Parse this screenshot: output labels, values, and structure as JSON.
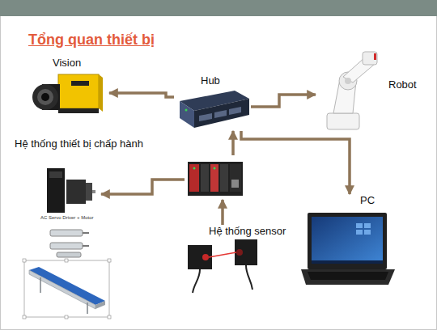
{
  "diagram": {
    "title": "Tổng quan thiết bị",
    "nodes": [
      {
        "text": [
          "Vision"
        ]
      },
      {
        "text": [
          "Hub"
        ]
      },
      {
        "text": [
          "Robot"
        ]
      },
      {
        "text": [
          "Hệ thống thiết bị chấp hành"
        ]
      },
      {
        "text": [
          "PC"
        ]
      },
      {
        "text": []
      },
      {
        "text": [
          "Hệ thống sensor"
        ]
      }
    ],
    "edges": [
      {
        "from": 1,
        "to": 0,
        "arrow": "to"
      },
      {
        "from": 1,
        "to": 2,
        "arrow": "to"
      },
      {
        "from": 1,
        "to": 4,
        "arrow": "to"
      },
      {
        "from": 5,
        "to": 1,
        "arrow": "to"
      },
      {
        "from": 5,
        "to": 3,
        "arrow": "to"
      },
      {
        "from": 6,
        "to": 5,
        "arrow": "to"
      }
    ],
    "labels": [
      "AC Servo Driver + Motor"
    ]
  }
}
